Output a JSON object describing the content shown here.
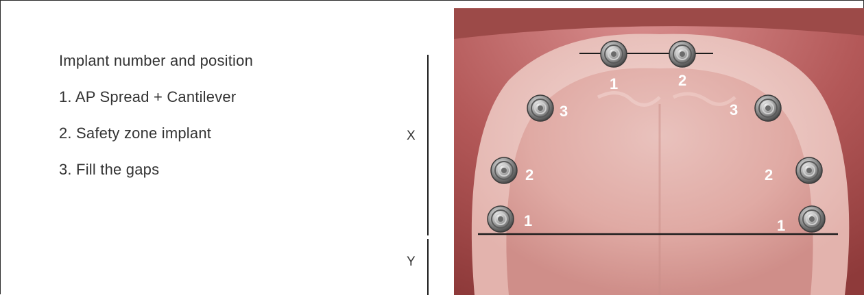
{
  "legend": {
    "title": "Implant number and position",
    "items": [
      "1. AP Spread + Cantilever",
      "2. Safety zone implant",
      "3. Fill the gaps"
    ]
  },
  "axis_labels": {
    "x": "X",
    "y": "Y"
  },
  "implant_labels": {
    "front_left": "1",
    "front_right": "2",
    "mid_left": "3",
    "mid_right": "3",
    "side_left": "2",
    "side_right": "2",
    "back_left": "1",
    "back_right": "1"
  },
  "colors": {
    "line": "#1c1c1c",
    "implant_label": "#ffffff",
    "gum": "#b35858",
    "palate": "#e6b7b2"
  },
  "icons": [
    "implant-icon"
  ]
}
